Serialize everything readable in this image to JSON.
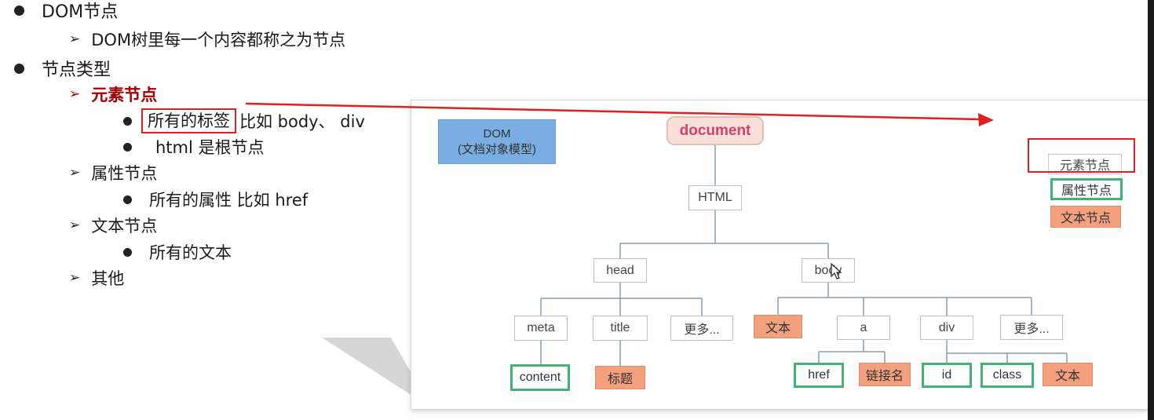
{
  "outline": {
    "item1": "DOM节点",
    "item1_sub": "DOM树里每一个内容都称之为节点",
    "item2": "节点类型",
    "element_node": "元素节点",
    "element_bullet1_box": "所有的标签",
    "element_bullet1_rest": "比如 body、 div",
    "element_bullet2": "html 是根节点",
    "attribute_node": "属性节点",
    "attribute_bullet": "所有的属性 比如 href",
    "text_node": "文本节点",
    "text_bullet": "所有的文本",
    "other": "其他"
  },
  "diagram": {
    "dom_box_line1": "DOM",
    "dom_box_line2": "(文档对象模型)",
    "document": "document",
    "html": "HTML",
    "head": "head",
    "body": "body",
    "meta": "meta",
    "title": "title",
    "more1": "更多...",
    "content": "content",
    "heading": "标题",
    "text1": "文本",
    "a": "a",
    "div": "div",
    "more2": "更多...",
    "href": "href",
    "link_name": "链接名",
    "id": "id",
    "class": "class",
    "text2": "文本",
    "legend": {
      "element": "元素节点",
      "attribute": "属性节点",
      "text": "文本节点"
    }
  },
  "colors": {
    "accent_red": "#e02020",
    "title_red": "#a00000",
    "green_border": "#43b374",
    "orange_fill": "#f2a07e",
    "blue_fill": "#7aaee3",
    "document_text": "#d24170"
  }
}
